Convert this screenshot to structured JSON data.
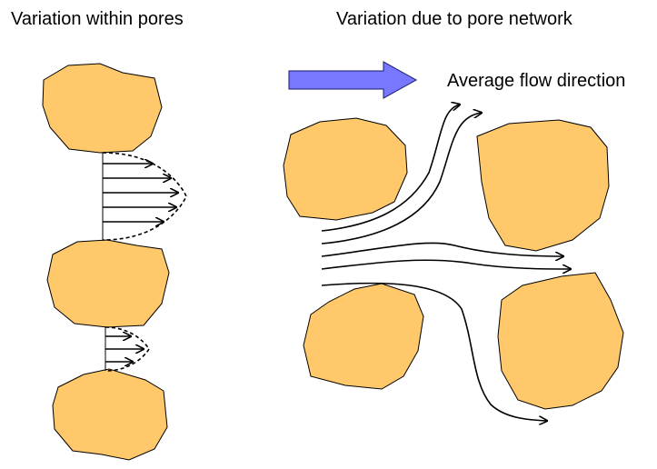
{
  "titles": {
    "left": "Variation within pores",
    "right": "Variation due to pore network"
  },
  "flow_label": "Average flow direction",
  "colors": {
    "grain_fill": "#FFC96B",
    "grain_stroke": "#000000",
    "arrow_fill": "#7777FF",
    "arrow_stroke": "#1A1A66",
    "line": "#000000"
  }
}
